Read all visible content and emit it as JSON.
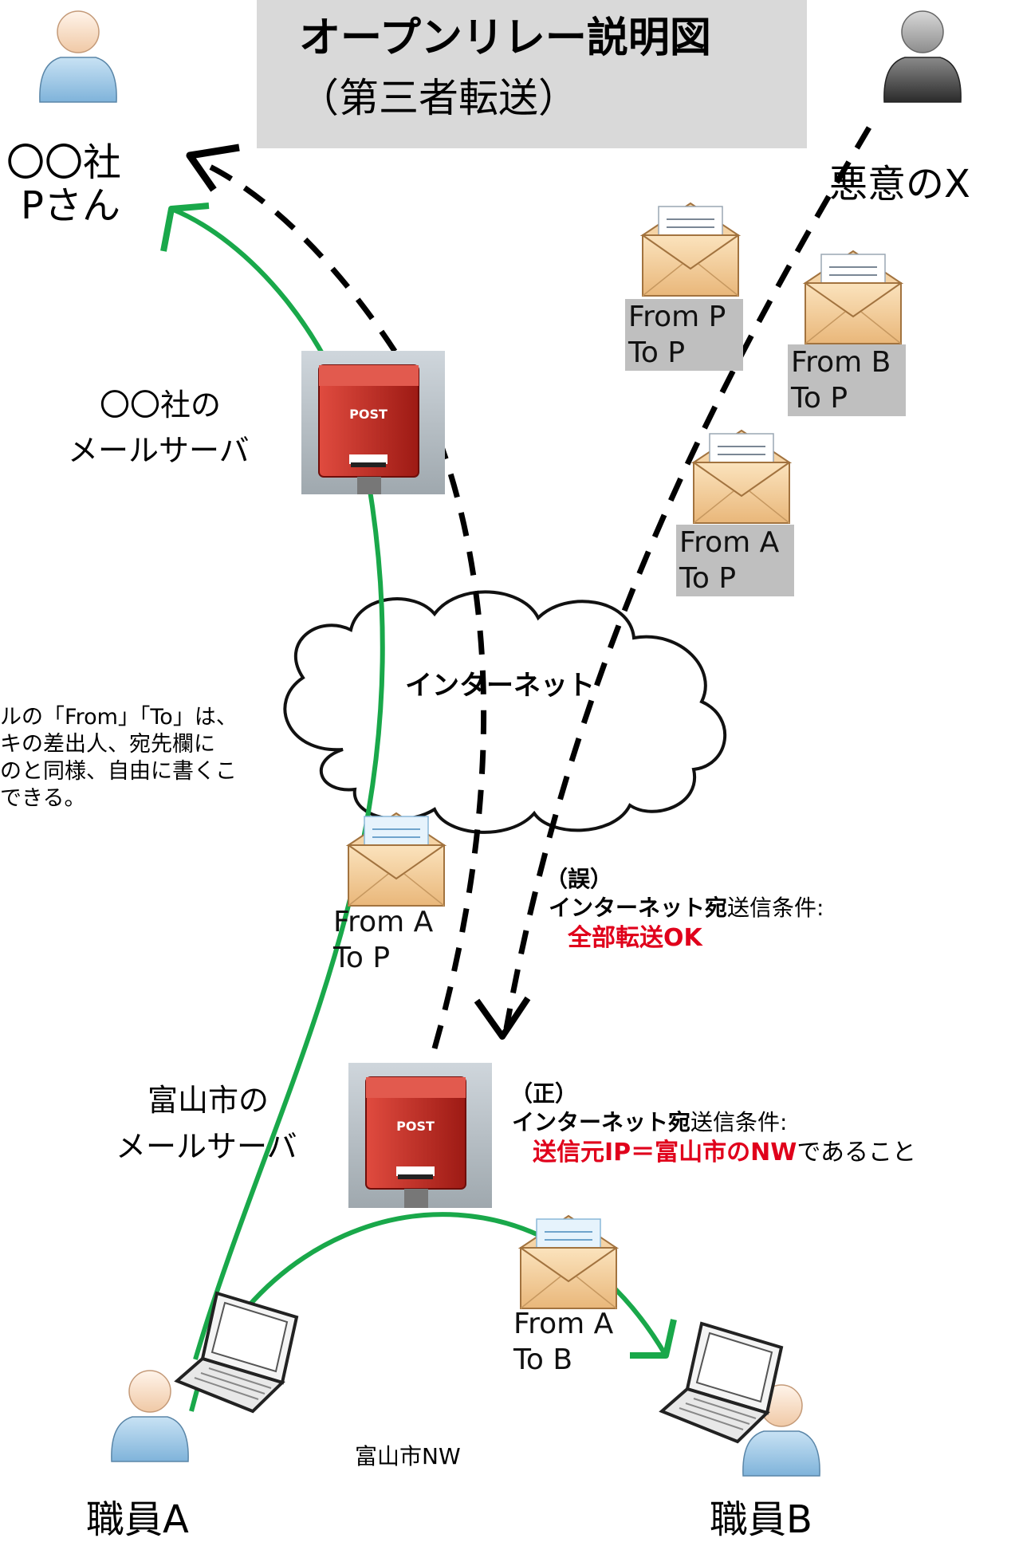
{
  "title": {
    "line1": "オープンリレー説明図",
    "line2": "（第三者転送）"
  },
  "actors": {
    "p_san": {
      "line1": "〇〇社",
      "line2": "Pさん"
    },
    "malicious_x": "悪意のX",
    "staff_a": "職員A",
    "staff_b": "職員B"
  },
  "servers": {
    "company": {
      "line1": "〇〇社の",
      "line2": "メールサーバ"
    },
    "toyama": {
      "line1": "富山市の",
      "line2": "メールサーバ"
    }
  },
  "internet_label": "インターネット",
  "network_label": "富山市NW",
  "note": {
    "line1": "ルの「From」「To」は、",
    "line2": "キの差出人、宛先欄に",
    "line3": "のと同様、自由に書くこ",
    "line4": "できる。"
  },
  "envelopes": [
    {
      "from": "From P",
      "to": "To P"
    },
    {
      "from": "From B",
      "to": "To P"
    },
    {
      "from": "From A",
      "to": "To P"
    },
    {
      "from": "From A",
      "to": "To P"
    },
    {
      "from": "From A",
      "to": "To B"
    }
  ],
  "mailbox_label": "POST",
  "wrong_rule": {
    "tag": "（誤）",
    "heading_bold": "インターネット宛",
    "heading_rest": "送信条件:",
    "value": "全部転送OK"
  },
  "correct_rule": {
    "tag": "（正）",
    "heading_bold": "インターネット宛",
    "heading_rest": "送信条件:",
    "value_red": "送信元IP＝富山市のNW",
    "value_rest": "であること"
  },
  "colors": {
    "green_path": "#19a84a",
    "dashed_path": "#000000",
    "title_bg": "#d9d9d9",
    "envelope_label_bg": "#bfbfbf",
    "emphasis_red": "#e0001b",
    "mailbox_red": "#c8251f",
    "person_blue": "#9cc7e6",
    "person_gray": "#4a4a4a"
  },
  "icons": [
    "person-icon",
    "envelope-icon",
    "mailbox-icon",
    "laptop-icon",
    "cloud-icon"
  ]
}
